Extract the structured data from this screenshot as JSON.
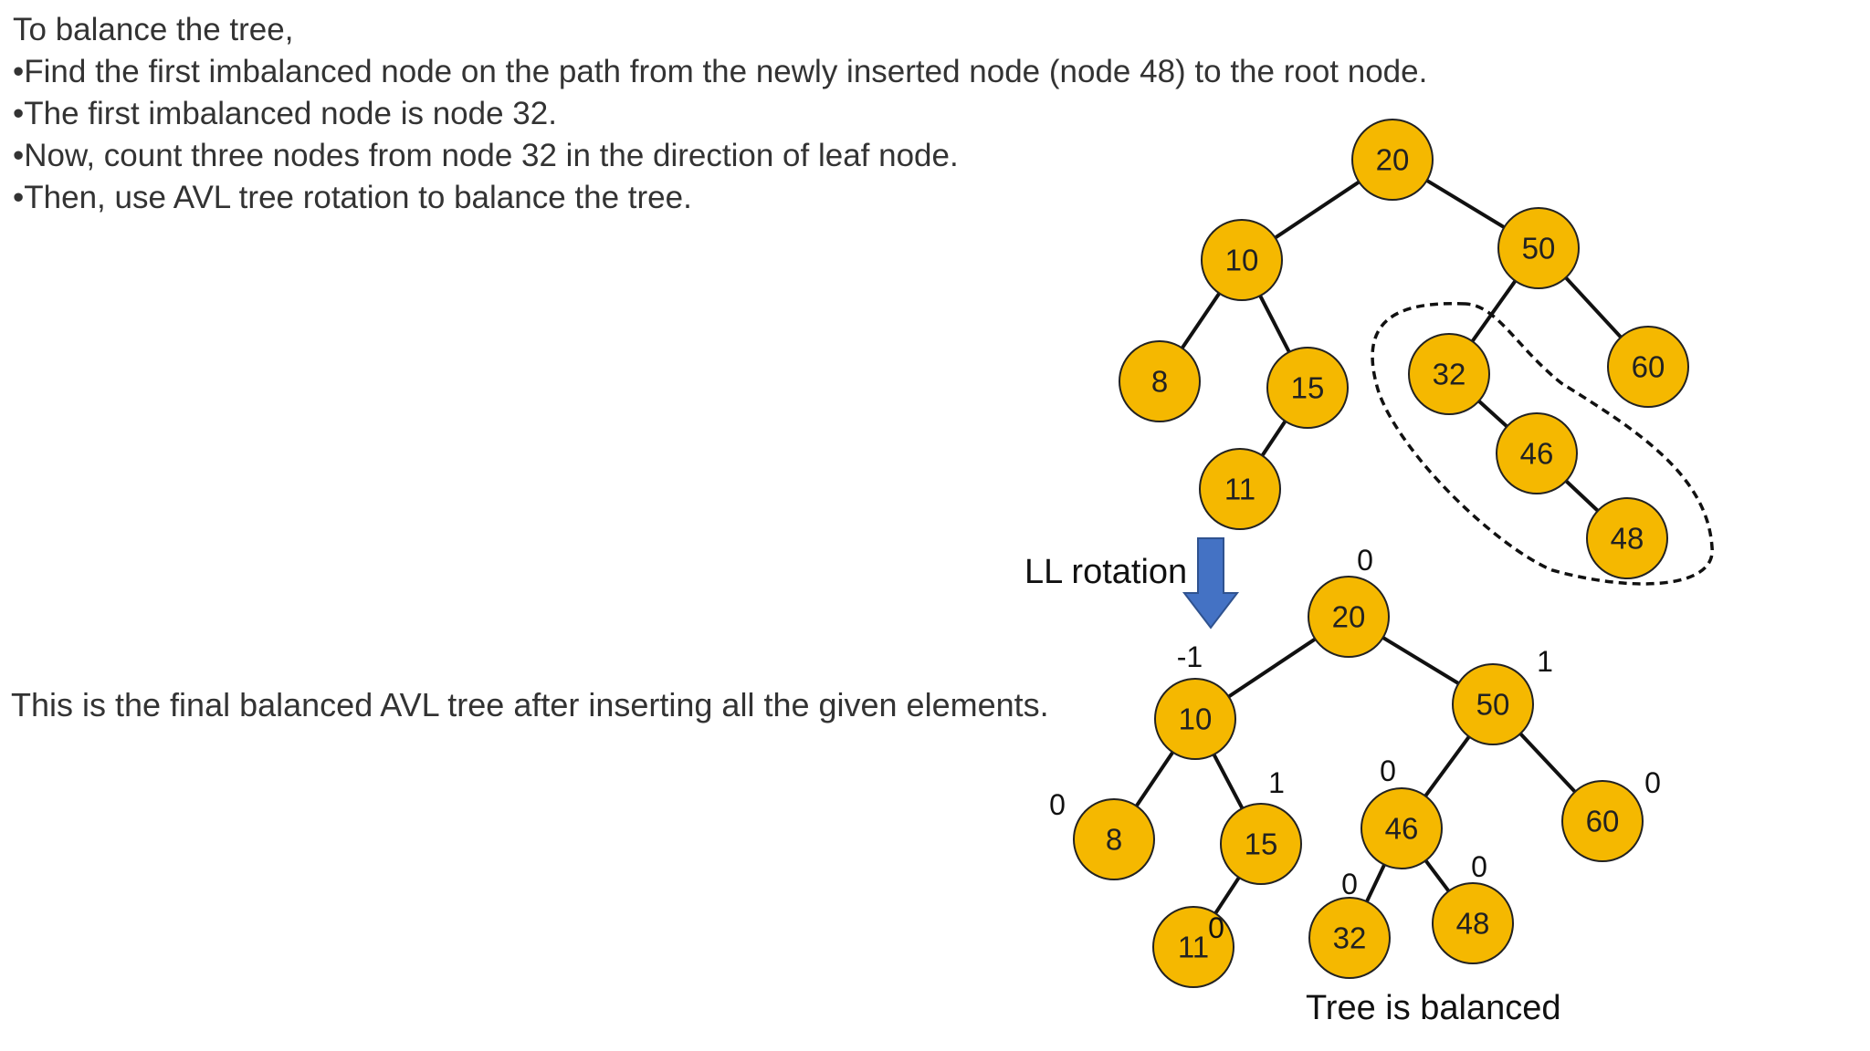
{
  "instructions": {
    "heading": "To balance the tree,",
    "steps": [
      "•Find the first imbalanced node on the path from the newly inserted node (node 48) to the root node.",
      "•The first imbalanced node is node 32.",
      "•Now, count three nodes from node 32 in the direction of leaf node.",
      "•Then, use AVL tree rotation to balance the tree."
    ]
  },
  "final_text": "This is the final balanced AVL tree after inserting all the given elements.",
  "rotation_label": "LL rotation",
  "caption": "Tree is balanced",
  "colors": {
    "node_fill": "#f5b800",
    "arrow": "#4472c4"
  },
  "top_tree": {
    "nodes": [
      {
        "id": "t20",
        "label": "20"
      },
      {
        "id": "t10",
        "label": "10"
      },
      {
        "id": "t50",
        "label": "50"
      },
      {
        "id": "t8",
        "label": "8"
      },
      {
        "id": "t15",
        "label": "15"
      },
      {
        "id": "t11",
        "label": "11"
      },
      {
        "id": "t32",
        "label": "32"
      },
      {
        "id": "t60",
        "label": "60"
      },
      {
        "id": "t46",
        "label": "46"
      },
      {
        "id": "t48",
        "label": "48"
      }
    ],
    "edges": [
      [
        "t20",
        "t10"
      ],
      [
        "t20",
        "t50"
      ],
      [
        "t10",
        "t8"
      ],
      [
        "t10",
        "t15"
      ],
      [
        "t15",
        "t11"
      ],
      [
        "t50",
        "t32"
      ],
      [
        "t50",
        "t60"
      ],
      [
        "t32",
        "t46"
      ],
      [
        "t46",
        "t48"
      ]
    ],
    "highlighted": [
      "t32",
      "t46",
      "t48"
    ]
  },
  "bottom_tree": {
    "nodes": [
      {
        "id": "b20",
        "label": "20",
        "balance": "0"
      },
      {
        "id": "b10",
        "label": "10",
        "balance": "-1"
      },
      {
        "id": "b50",
        "label": "50",
        "balance": "1"
      },
      {
        "id": "b8",
        "label": "8",
        "balance": "0"
      },
      {
        "id": "b15",
        "label": "15",
        "balance": "1"
      },
      {
        "id": "b11",
        "label": "11",
        "balance": "0"
      },
      {
        "id": "b46",
        "label": "46",
        "balance": "0"
      },
      {
        "id": "b60",
        "label": "60",
        "balance": "0"
      },
      {
        "id": "b32",
        "label": "32",
        "balance": "0"
      },
      {
        "id": "b48",
        "label": "48",
        "balance": "0"
      }
    ],
    "edges": [
      [
        "b20",
        "b10"
      ],
      [
        "b20",
        "b50"
      ],
      [
        "b10",
        "b8"
      ],
      [
        "b10",
        "b15"
      ],
      [
        "b15",
        "b11"
      ],
      [
        "b50",
        "b46"
      ],
      [
        "b50",
        "b60"
      ],
      [
        "b46",
        "b32"
      ],
      [
        "b46",
        "b48"
      ]
    ]
  }
}
